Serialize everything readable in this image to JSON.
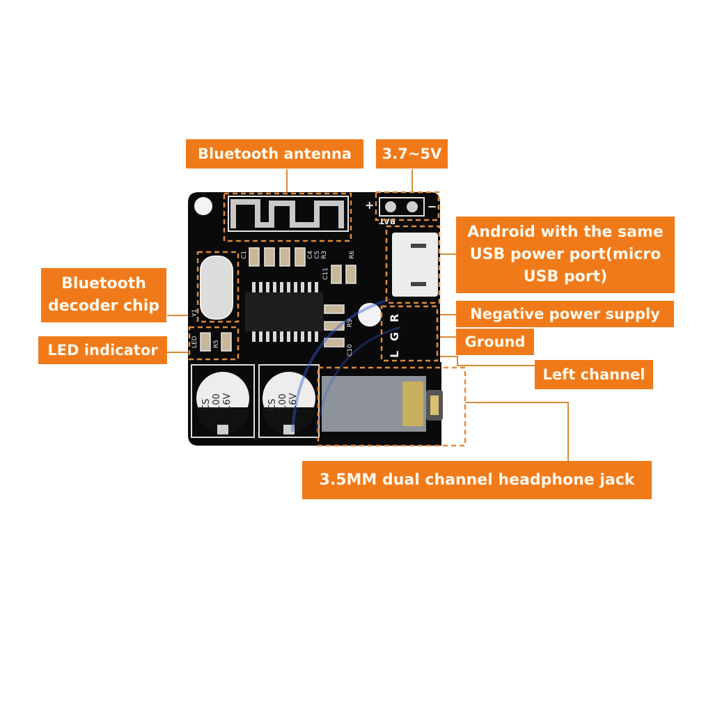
{
  "diagram": {
    "title": "Bluetooth audio decoder board annotated diagram",
    "accent_color": "#f07a1a",
    "board_color": "#0a0a0a",
    "labels": {
      "antenna": "Bluetooth antenna",
      "voltage": "3.7~5V",
      "usb": [
        "Android with the same",
        "USB power port(micro",
        "USB port)"
      ],
      "negative": "Negative power supply",
      "ground": "Ground",
      "left": "Left channel",
      "decoder": [
        "Bluetooth",
        "decoder chip"
      ],
      "led": "LED indicator",
      "jack": "3.5MM dual channel headphone jack"
    },
    "silkscreen": {
      "plus": "+",
      "minus": "−",
      "bat": "BAT",
      "audio_pins": [
        "L",
        "G",
        "R"
      ],
      "capacitor_1": [
        "CS",
        "100",
        "16V"
      ],
      "capacitor_2": [
        "CS",
        "100",
        "16V"
      ],
      "refs": [
        "C1",
        "C4",
        "C5",
        "R3",
        "R6",
        "C11",
        "Y1",
        "LED",
        "R5",
        "C10",
        "R9"
      ]
    }
  }
}
